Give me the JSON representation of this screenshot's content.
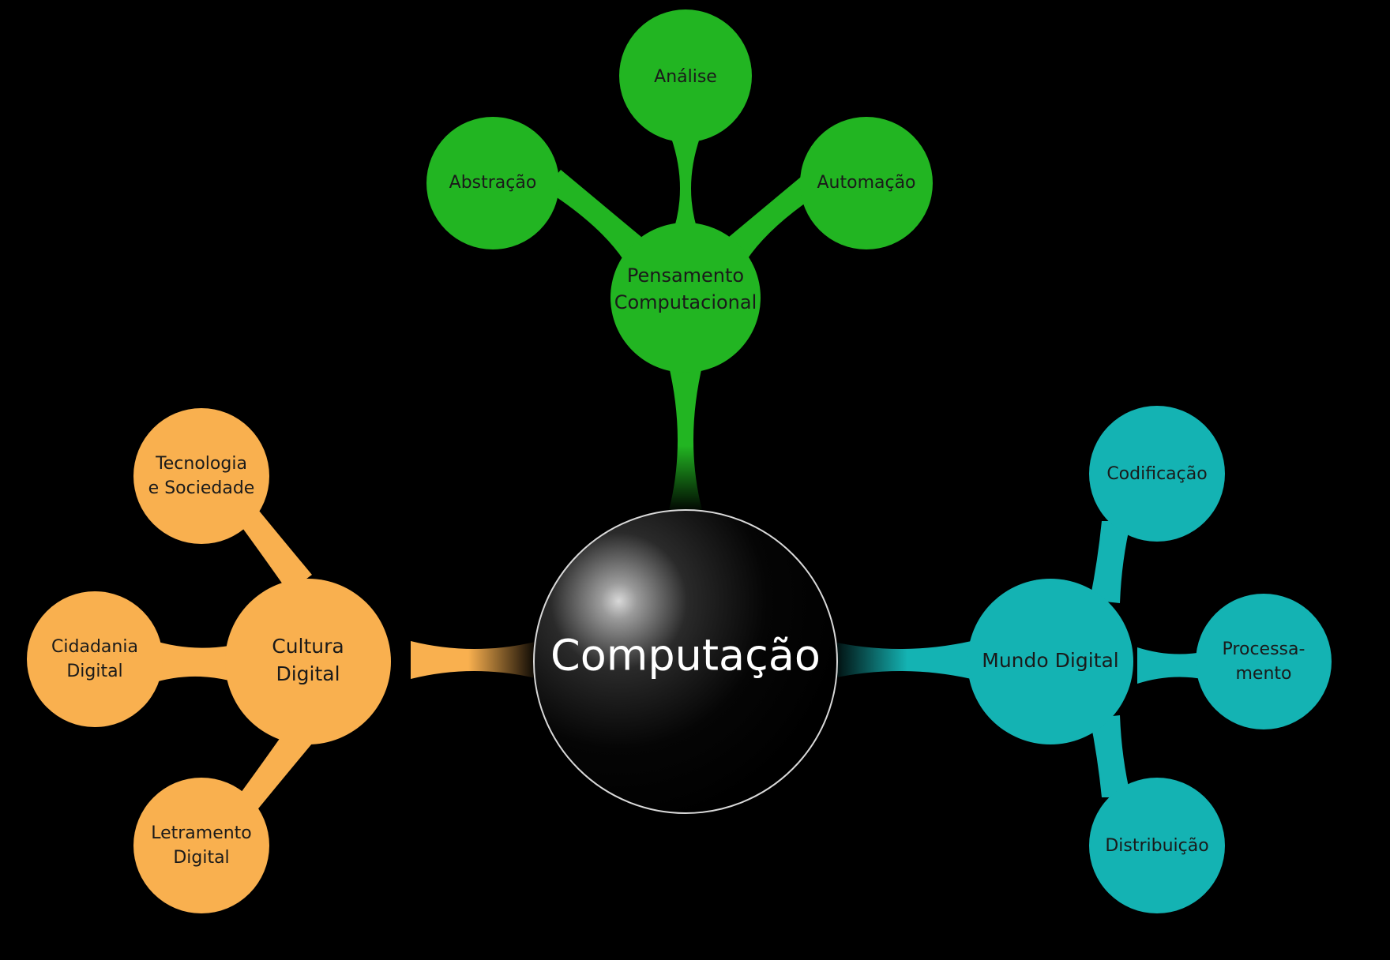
{
  "center": {
    "label": "Computação",
    "color": "#000000"
  },
  "branches": [
    {
      "id": "pensamento",
      "label_lines": [
        "Pensamento",
        "Computacional"
      ],
      "color": "#22b522",
      "children": [
        {
          "id": "analise",
          "label_lines": [
            "Análise"
          ]
        },
        {
          "id": "abstracao",
          "label_lines": [
            "Abstração"
          ]
        },
        {
          "id": "automacao",
          "label_lines": [
            "Automação"
          ]
        }
      ]
    },
    {
      "id": "cultura",
      "label_lines": [
        "Cultura",
        "Digital"
      ],
      "color": "#f9b04f",
      "children": [
        {
          "id": "tecnologia",
          "label_lines": [
            "Tecnologia",
            "e Sociedade"
          ]
        },
        {
          "id": "cidadania",
          "label_lines": [
            "Cidadania",
            "Digital"
          ]
        },
        {
          "id": "letramento",
          "label_lines": [
            "Letramento",
            "Digital"
          ]
        }
      ]
    },
    {
      "id": "mundo",
      "label_lines": [
        "Mundo Digital"
      ],
      "color": "#14b3b3",
      "children": [
        {
          "id": "codificacao",
          "label_lines": [
            "Codificação"
          ]
        },
        {
          "id": "processamento",
          "label_lines": [
            "Processa-",
            "mento"
          ]
        },
        {
          "id": "distribuicao",
          "label_lines": [
            "Distribuição"
          ]
        }
      ]
    }
  ]
}
